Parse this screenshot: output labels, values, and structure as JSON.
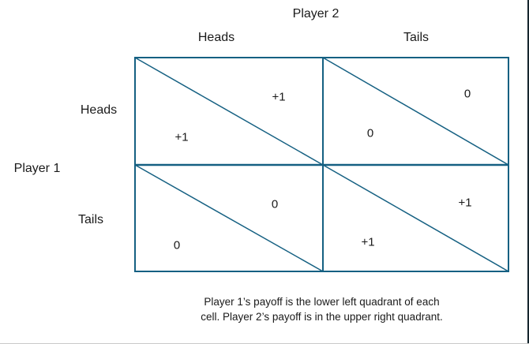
{
  "figure": {
    "title": "Player 2",
    "row_player_label": "Player 1",
    "column_headers": [
      "Heads",
      "Tails"
    ],
    "row_headers": [
      "Heads",
      "Tails"
    ]
  },
  "cells": [
    {
      "row": "Heads",
      "column": "Heads",
      "player1_payoff": "+1",
      "player2_payoff": "+1"
    },
    {
      "row": "Heads",
      "column": "Tails",
      "player1_payoff": "0",
      "player2_payoff": "0"
    },
    {
      "row": "Tails",
      "column": "Heads",
      "player1_payoff": "0",
      "player2_payoff": "0"
    },
    {
      "row": "Tails",
      "column": "Tails",
      "player1_payoff": "+1",
      "player2_payoff": "+1"
    }
  ],
  "caption": {
    "line1": "Player 1’s payoff is the lower left quadrant of each",
    "line2": "cell. Player 2’s payoff is in the upper right quadrant."
  },
  "colors": {
    "line": "#156082",
    "text": "#1a1a1a"
  }
}
